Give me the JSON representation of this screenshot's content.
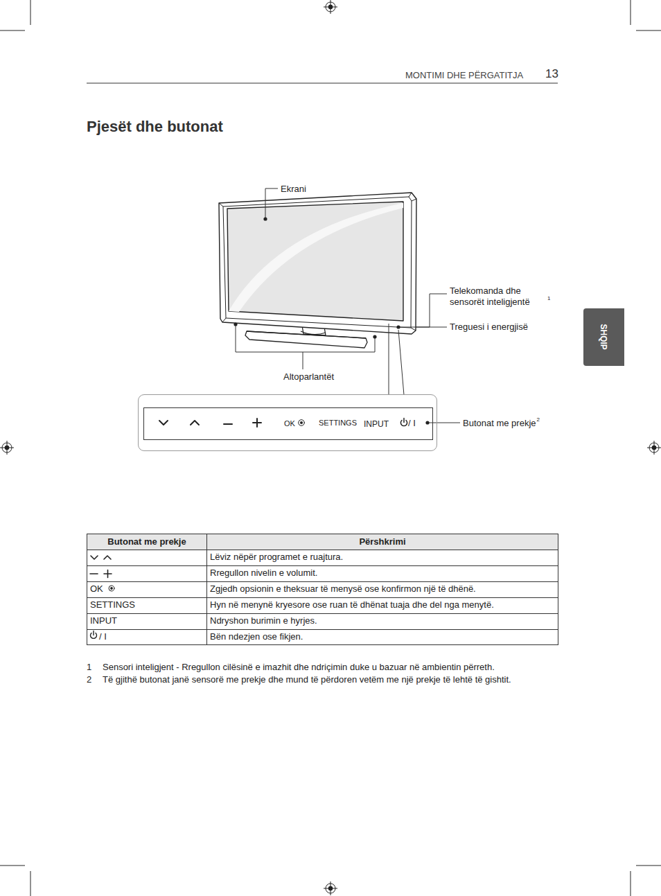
{
  "diagram": {
    "title": "Pjesët dhe butonat",
    "nodes": [
      {
        "text": [
          "OK",
          "SETTINGS",
          "INPUT",
          "/ I"
        ]
      },
      {
        "text": [
          "SHQIP"
        ]
      }
    ],
    "labels": [
      "MONTIMI DHE PËRGATITJA",
      "13",
      "Ekrani",
      "Telekomanda dhe sensorët inteligjentë",
      "1",
      "Treguesi i energjisë",
      "Altoparlantët",
      "Butonat me prekje",
      "2",
      "Butonat me prekje",
      "Përshkrimi",
      "Lëviz nëpër programet e ruajtura.",
      "Rregullon nivelin e volumit.",
      "OK",
      "Zgjedh opsionin e theksuar të menysë ose konfirmon një të dhënë.",
      "SETTINGS",
      "Hyn në menynë kryesore ose ruan të dhënat tuaja dhe del nga menytë.",
      "INPUT",
      "Ndryshon burimin e hyrjes.",
      "/ I",
      "Bën ndezjen ose fikjen.",
      "1",
      "Sensori inteligjent - Rregullon cilësinë e imazhit dhe ndriçimin duke u bazuar në ambientin përreth.",
      "2",
      "Të gjithë butonat janë sensorë me prekje dhe mund të përdoren vetëm me një prekje të lehtë të gishtit."
    ]
  }
}
